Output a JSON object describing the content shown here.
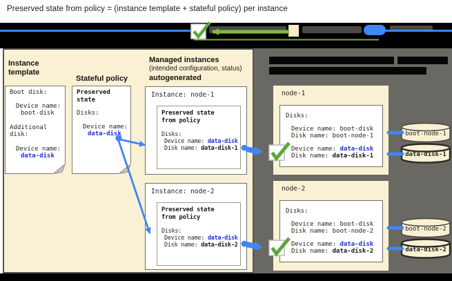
{
  "title": "Preserved state from policy = (instance template + stateful policy) per instance",
  "colors": {
    "panel_beige": "#FAF1D4",
    "panel_dark": "#6A6862",
    "bar_black": "#000000",
    "link_blue": "#2430D8",
    "connector_blue": "#4285F4",
    "check_green": "#58A83F",
    "arrow_green": "#85B940"
  },
  "mig_panel": {
    "instance_template": {
      "heading": [
        "Instance",
        "template"
      ],
      "card": {
        "lines": [
          "Boot disk:",
          "Device name:",
          "boot-disk",
          "Additional",
          "disk:",
          "Device name:",
          "data-disk"
        ]
      }
    },
    "stateful_policy": {
      "heading": "Stateful policy",
      "card": {
        "title": [
          "Preserved",
          "state"
        ],
        "lines": [
          "Disks:",
          "Device name:",
          "data-disk"
        ]
      }
    },
    "managed_instances": {
      "heading": [
        "Managed instances",
        "(intended configuration, status)",
        "autogenerated"
      ],
      "items": [
        {
          "title": "Instance: node-1",
          "preserved": [
            "Preserved state",
            "from policy"
          ],
          "disks_label": "Disks:",
          "device_label": "Device name: ",
          "device_value": "data-disk",
          "disk_label": "Disk name: ",
          "disk_value": "data-disk-1"
        },
        {
          "title": "Instance: node-2",
          "preserved": [
            "Preserved state",
            "from policy"
          ],
          "disks_label": "Disks:",
          "device_label": "Device name: ",
          "device_value": "data-disk",
          "disk_label": "Disk name: ",
          "disk_value": "data-disk-2"
        }
      ]
    }
  },
  "vm_panel": {
    "nodes": [
      {
        "name": "node-1",
        "disks_label": "Disks:",
        "rows": [
          {
            "label": "Device name: ",
            "value": "boot-disk"
          },
          {
            "label": "Disk name: ",
            "value": "boot-node-1"
          },
          {
            "label": "Device name: ",
            "value": "data-disk"
          },
          {
            "label": "Disk name: ",
            "value": "data-disk-1"
          }
        ]
      },
      {
        "name": "node-2",
        "disks_label": "Disks:",
        "rows": [
          {
            "label": "Device name: ",
            "value": "boot-disk"
          },
          {
            "label": "Disk name: ",
            "value": "boot-node-2"
          },
          {
            "label": "Device name: ",
            "value": "data-disk"
          },
          {
            "label": "Disk name: ",
            "value": "data-disk-2"
          }
        ]
      }
    ],
    "disks": [
      {
        "label": "boot-node-1"
      },
      {
        "label": "data-disk-1"
      },
      {
        "label": "boot-node-2"
      },
      {
        "label": "data-disk-2"
      }
    ]
  }
}
